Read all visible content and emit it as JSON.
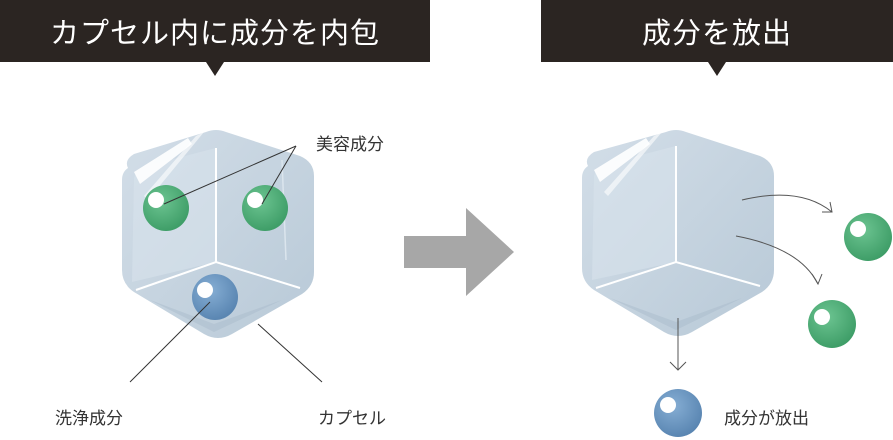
{
  "left_panel": {
    "title": "カプセル内に成分を内包",
    "labels": {
      "beauty_ingredient": "美容成分",
      "cleansing_ingredient": "洗浄成分",
      "capsule": "カプセル"
    }
  },
  "right_panel": {
    "title": "成分を放出",
    "labels": {
      "release": "成分が放出"
    }
  },
  "colors": {
    "banner": "#2b2522",
    "capsule_fill": "#c3d2de",
    "green_ball": "#4eae78",
    "blue_ball": "#6b97c1",
    "arrow": "#a7a7a7"
  }
}
